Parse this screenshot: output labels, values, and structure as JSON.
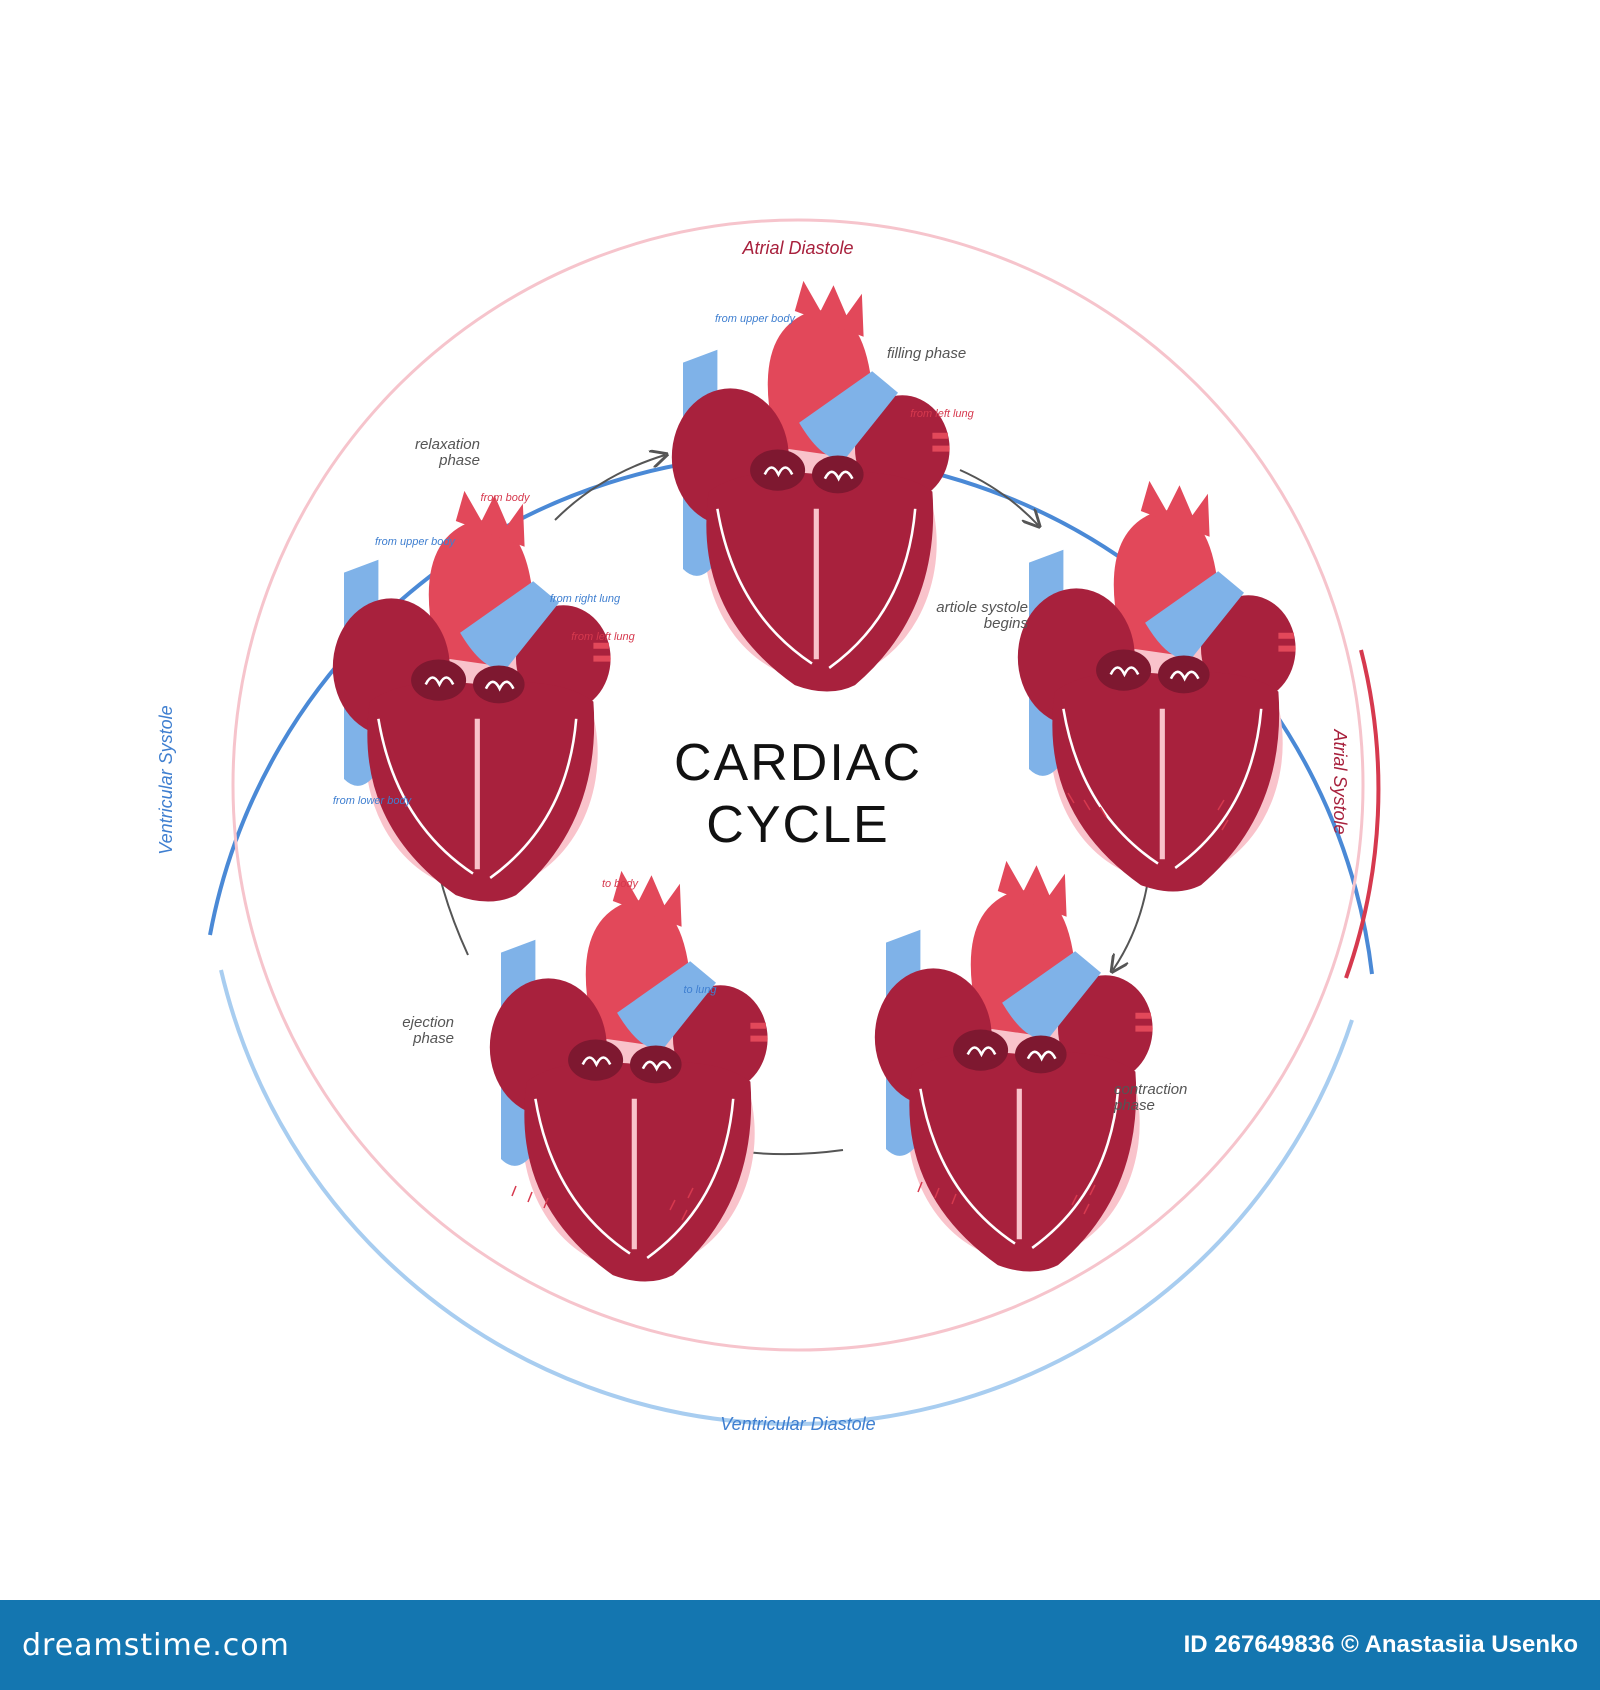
{
  "colors": {
    "heart_dark": "#A8213D",
    "heart_light": "#E2485A",
    "heart_pink": "#F9C3CB",
    "vessel_blue": "#7FB2E8",
    "ring_blue": "#4A89D6",
    "ring_light_blue": "#A8CDF0",
    "ring_pink": "#F6C4CC",
    "ring_red": "#D6394E",
    "text_gray": "#555555",
    "text_blue": "#3F7FD0",
    "text_red": "#D6394E",
    "footer_bg": "#1476B0"
  },
  "title": {
    "line1": "CARDIAC",
    "line2": "CYCLE"
  },
  "ring_labels": {
    "top": "Atrial Diastole",
    "right": "Atrial Systole",
    "bottom": "Ventricular Diastole",
    "left": "Ventricular Systole"
  },
  "phases": {
    "filling": {
      "name": "filling phase",
      "notes": [
        "from upper body",
        "from left lung"
      ]
    },
    "atriole": {
      "name_line1": "artiole systole",
      "name_line2": "begins"
    },
    "contraction": {
      "name_line1": "contraction",
      "name_line2": "phase"
    },
    "ejection": {
      "name_line1": "ejection",
      "name_line2": "phase",
      "notes": [
        "to body",
        "to lung"
      ]
    },
    "relaxation": {
      "name_line1": "relaxation",
      "name_line2": "phase",
      "notes": [
        "from body",
        "from upper body",
        "from right lung",
        "from left lung",
        "from lower body"
      ]
    }
  },
  "footer": {
    "logo": "dreamstime.com",
    "credit": "ID 267649836 © Anastasiia Usenko"
  }
}
